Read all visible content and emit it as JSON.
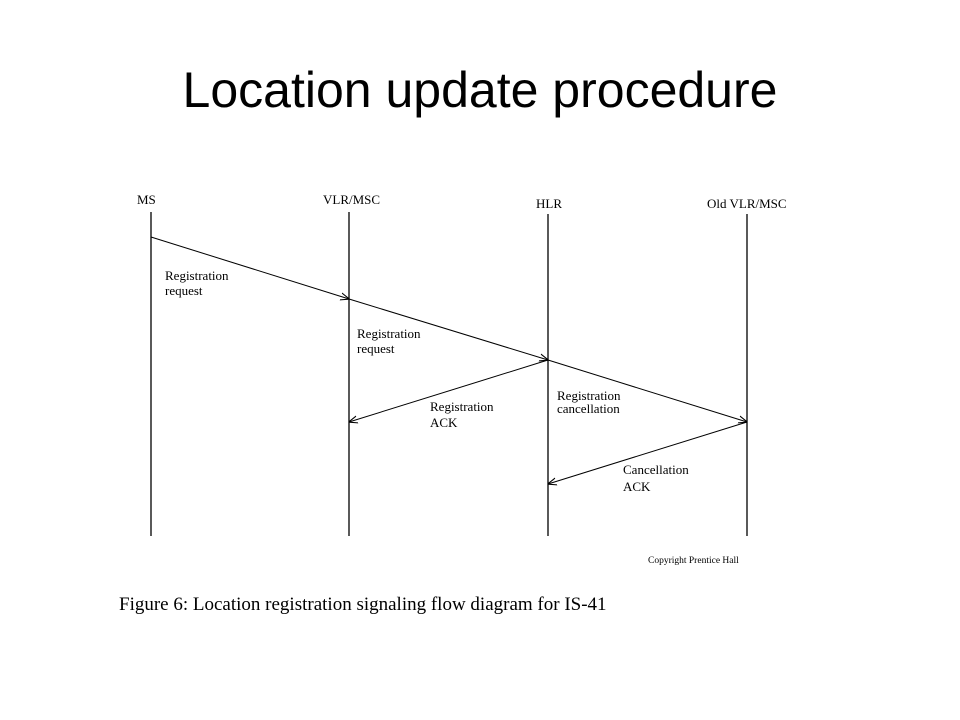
{
  "slide": {
    "title": "Location update procedure"
  },
  "diagram": {
    "lanes": [
      {
        "id": "ms",
        "label": "MS"
      },
      {
        "id": "vlr",
        "label": "VLR/MSC"
      },
      {
        "id": "hlr",
        "label": "HLR"
      },
      {
        "id": "oldvlr",
        "label": "Old VLR/MSC"
      }
    ],
    "messages": [
      {
        "from": "ms",
        "to": "vlr",
        "label_lines": [
          "Registration",
          "request"
        ]
      },
      {
        "from": "vlr",
        "to": "hlr",
        "label_lines": [
          "Registration",
          "request"
        ]
      },
      {
        "from": "hlr",
        "to": "vlr",
        "label_lines": [
          "Registration",
          "ACK"
        ]
      },
      {
        "from": "hlr",
        "to": "oldvlr",
        "label_lines": [
          "Registration",
          "cancellation"
        ]
      },
      {
        "from": "oldvlr",
        "to": "hlr",
        "label_lines": [
          "Cancellation",
          "ACK"
        ]
      }
    ],
    "copyright": "Copyright Prentice Hall",
    "caption": "Figure 6: Location registration signaling flow diagram for IS-41"
  }
}
